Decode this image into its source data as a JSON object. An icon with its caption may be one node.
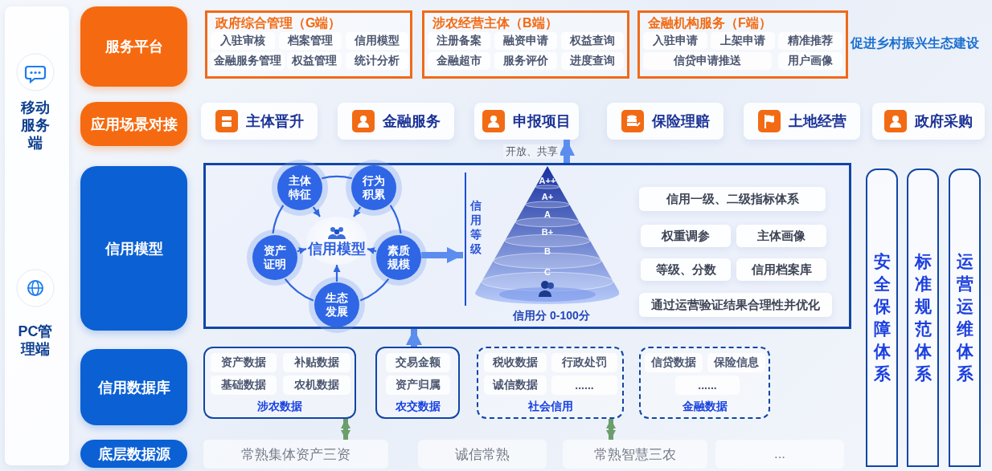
{
  "diagram": {
    "nodes": [
      {
        "text": [
          "服务平台"
        ]
      },
      {
        "text": [
          "政府综合管理（G端）"
        ]
      },
      {
        "text": [
          "入驻审核"
        ],
        "in": 1
      },
      {
        "text": [
          "档案管理"
        ],
        "in": 1
      },
      {
        "text": [
          "信用模型"
        ],
        "in": 1
      },
      {
        "text": [
          "金融服务管理"
        ],
        "in": 1
      },
      {
        "text": [
          "权益管理"
        ],
        "in": 1
      },
      {
        "text": [
          "统计分析"
        ],
        "in": 1
      },
      {
        "text": [
          "涉农经营主体（B端）"
        ]
      },
      {
        "text": [
          "注册备案"
        ],
        "in": 8
      },
      {
        "text": [
          "融资申请"
        ],
        "in": 8
      },
      {
        "text": [
          "权益查询"
        ],
        "in": 8
      },
      {
        "text": [
          "金融超市"
        ],
        "in": 8
      },
      {
        "text": [
          "服务评价"
        ],
        "in": 8
      },
      {
        "text": [
          "进度查询"
        ],
        "in": 8
      },
      {
        "text": [
          "金融机构服务（F端）"
        ]
      },
      {
        "text": [
          "入驻申请"
        ],
        "in": 15
      },
      {
        "text": [
          "上架申请"
        ],
        "in": 15
      },
      {
        "text": [
          "精准推荐"
        ],
        "in": 15
      },
      {
        "text": [
          "信贷申请推送"
        ],
        "in": 15
      },
      {
        "text": [
          "用户画像"
        ],
        "in": 15
      },
      {
        "text": [
          "应用场景对接"
        ]
      },
      {
        "text": [
          "主体晋升"
        ]
      },
      {
        "text": [
          "金融服务"
        ]
      },
      {
        "text": [
          "申报项目"
        ]
      },
      {
        "text": [
          "保险理赔"
        ]
      },
      {
        "text": [
          "土地经营"
        ]
      },
      {
        "text": [
          "政府采购"
        ]
      },
      {
        "text": [
          "信用模型"
        ]
      },
      {
        "text": [],
        "shape": "box"
      },
      {
        "text": [
          "信用模型"
        ],
        "in": 29
      },
      {
        "text": [
          "主体特征"
        ],
        "in": 29
      },
      {
        "text": [
          "行为积累"
        ],
        "in": 29
      },
      {
        "text": [
          "素质规模"
        ],
        "in": 29
      },
      {
        "text": [
          "生态发展"
        ],
        "in": 29
      },
      {
        "text": [
          "资产证明"
        ],
        "in": 29
      },
      {
        "text": [
          "A++",
          "A+",
          "A",
          "B+",
          "B",
          "C"
        ],
        "beside": [
          "信用等级",
          "信用分 0-100分"
        ],
        "in": 29
      },
      {
        "text": [
          "信用一级、二级指标体系"
        ],
        "in": 29
      },
      {
        "text": [
          "权重调参"
        ],
        "in": 29
      },
      {
        "text": [
          "主体画像"
        ],
        "in": 29
      },
      {
        "text": [
          "等级、分数"
        ],
        "in": 29
      },
      {
        "text": [
          "信用档案库"
        ],
        "in": 29
      },
      {
        "text": [
          "通过运营验证结果合理性并优化"
        ],
        "in": 29
      },
      {
        "text": [
          "安全保障体系"
        ]
      },
      {
        "text": [
          "标准规范体系"
        ]
      },
      {
        "text": [
          "运营运维体系"
        ]
      },
      {
        "text": [
          "信用数据库"
        ]
      },
      {
        "text": [
          "涉农数据"
        ]
      },
      {
        "text": [
          "资产数据"
        ],
        "in": 47
      },
      {
        "text": [
          "补贴数据"
        ],
        "in": 47
      },
      {
        "text": [
          "基础数据"
        ],
        "in": 47
      },
      {
        "text": [
          "农机数据"
        ],
        "in": 47
      },
      {
        "text": [
          "农交数据"
        ]
      },
      {
        "text": [
          "交易金额"
        ],
        "in": 52
      },
      {
        "text": [
          "资产归属"
        ],
        "in": 52
      },
      {
        "text": [
          "社会信用"
        ]
      },
      {
        "text": [
          "税收数据"
        ],
        "in": 55
      },
      {
        "text": [
          "行政处罚"
        ],
        "in": 55
      },
      {
        "text": [
          "诚信数据"
        ],
        "in": 55
      },
      {
        "text": [
          "......"
        ],
        "in": 55
      },
      {
        "text": [
          "金融数据"
        ]
      },
      {
        "text": [
          "信贷数据"
        ],
        "in": 60
      },
      {
        "text": [
          "保险信息"
        ],
        "in": 60
      },
      {
        "text": [
          "......"
        ],
        "in": 60
      },
      {
        "text": [
          "底层数据源"
        ]
      },
      {
        "text": [
          "常熟集体资产三资"
        ]
      },
      {
        "text": [
          "诚信常熟"
        ]
      },
      {
        "text": [
          "常熟智慧三农"
        ]
      },
      {
        "text": [
          "..."
        ]
      },
      {
        "text": [
          "移动服务端"
        ]
      },
      {
        "text": [
          "PC管理端"
        ]
      }
    ],
    "edges": [
      {
        "from": 31,
        "to": 32,
        "arrow": "none"
      },
      {
        "from": 32,
        "to": 33,
        "arrow": "none"
      },
      {
        "from": 33,
        "to": 34,
        "arrow": "none"
      },
      {
        "from": 34,
        "to": 35,
        "arrow": "none"
      },
      {
        "from": 35,
        "to": 31,
        "arrow": "none"
      },
      {
        "from": 31,
        "to": 30,
        "arrow": "to"
      },
      {
        "from": 32,
        "to": 30,
        "arrow": "to"
      },
      {
        "from": 33,
        "to": 30,
        "arrow": "to"
      },
      {
        "from": 34,
        "to": 30,
        "arrow": "to"
      },
      {
        "from": 35,
        "to": 30,
        "arrow": "to"
      },
      {
        "from": 33,
        "to": 36,
        "arrow": "to",
        "style": "thick"
      },
      {
        "from": 29,
        "to": 24,
        "arrow": "to",
        "style": "thick",
        "label": "开放、共享"
      },
      {
        "from": 52,
        "to": 29,
        "arrow": "to",
        "style": "thick"
      },
      {
        "from": 65,
        "to": 47,
        "arrow": "both",
        "style": "thick",
        "color": "#6b9e6b"
      },
      {
        "from": 67,
        "to": 55,
        "arrow": "both",
        "style": "thick",
        "color": "#6b9e6b"
      }
    ],
    "labels": [
      "促进乡村振兴生态建设"
    ]
  }
}
